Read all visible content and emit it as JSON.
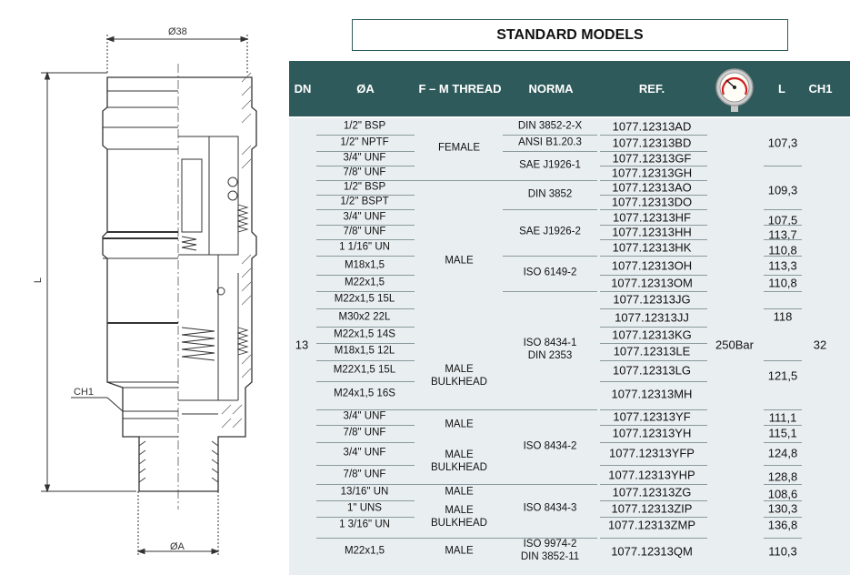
{
  "title": "STANDARD MODELS",
  "drawing": {
    "top_dim": "Ø38",
    "bottom_dim": "ØA",
    "side_dim": "L",
    "hex_label": "CH1"
  },
  "header": {
    "dn": "DN",
    "oa": "ØA",
    "thread": "F – M THREAD",
    "norma": "NORMA",
    "ref": "REF.",
    "gauge_icon": "pressure-gauge-icon",
    "l": "L",
    "ch1": "CH1"
  },
  "merged": {
    "dn": "13",
    "pressure": "250Bar",
    "ch1": "32"
  },
  "thread_labels": [
    "FEMALE",
    "MALE",
    "MALE\nBULKHEAD",
    "MALE",
    "MALE\nBULKHEAD",
    "MALE",
    "MALE\nBULKHEAD",
    "MALE"
  ],
  "norma_labels": [
    "DIN 3852-2-X",
    "ANSI B1.20.3",
    "SAE J1926-1",
    "DIN 3852",
    "SAE J1926-2",
    "ISO 6149-2",
    "ISO 8434-1\nDIN 2353",
    "ISO 8434-2",
    "ISO 8434-3",
    "ISO 9974-2\nDIN 3852-11"
  ],
  "l_labels": [
    "107,3",
    "109,3",
    "107,5",
    "113,7",
    "110,8",
    "113,3",
    "110,8",
    "118",
    "121,5",
    "111,1",
    "115,1",
    "124,8",
    "128,8",
    "108,6",
    "130,3",
    "136,8",
    "110,3"
  ],
  "rows": [
    {
      "oa": "1/2\" BSP",
      "ref": "1077.12313AD"
    },
    {
      "oa": "1/2\" NPTF",
      "ref": "1077.12313BD"
    },
    {
      "oa": "3/4\" UNF",
      "ref": "1077.12313GF"
    },
    {
      "oa": "7/8\" UNF",
      "ref": "1077.12313GH"
    },
    {
      "oa": "1/2\" BSP",
      "ref": "1077.12313AO"
    },
    {
      "oa": "1/2\" BSPT",
      "ref": "1077.12313DO"
    },
    {
      "oa": "3/4\" UNF",
      "ref": "1077.12313HF"
    },
    {
      "oa": "7/8\" UNF",
      "ref": "1077.12313HH"
    },
    {
      "oa": "1 1/16\" UN",
      "ref": "1077.12313HK"
    },
    {
      "oa": "M18x1,5",
      "ref": "1077.12313OH"
    },
    {
      "oa": "M22x1,5",
      "ref": "1077.12313OM"
    },
    {
      "oa": "M22x1,5 15L",
      "ref": "1077.12313JG"
    },
    {
      "oa": "M30x2 22L",
      "ref": "1077.12313JJ"
    },
    {
      "oa": "M22x1,5 14S",
      "ref": "1077.12313KG"
    },
    {
      "oa": "M18x1,5 12L",
      "ref": "1077.12313LE"
    },
    {
      "oa": "M22X1,5 15L",
      "ref": "1077.12313LG"
    },
    {
      "oa": "M24x1,5 16S",
      "ref": "1077.12313MH"
    },
    {
      "oa": "3/4\" UNF",
      "ref": "1077.12313YF"
    },
    {
      "oa": "7/8\" UNF",
      "ref": "1077.12313YH"
    },
    {
      "oa": "3/4\" UNF",
      "ref": "1077.12313YFP"
    },
    {
      "oa": "7/8\" UNF",
      "ref": "1077.12313YHP"
    },
    {
      "oa": "13/16\" UN",
      "ref": "1077.12313ZG"
    },
    {
      "oa": "1\" UNS",
      "ref": "1077.12313ZIP"
    },
    {
      "oa": "1 3/16\" UN",
      "ref": "1077.12313ZMP"
    },
    {
      "oa": "M22x1,5",
      "ref": "1077.12313QM"
    }
  ]
}
